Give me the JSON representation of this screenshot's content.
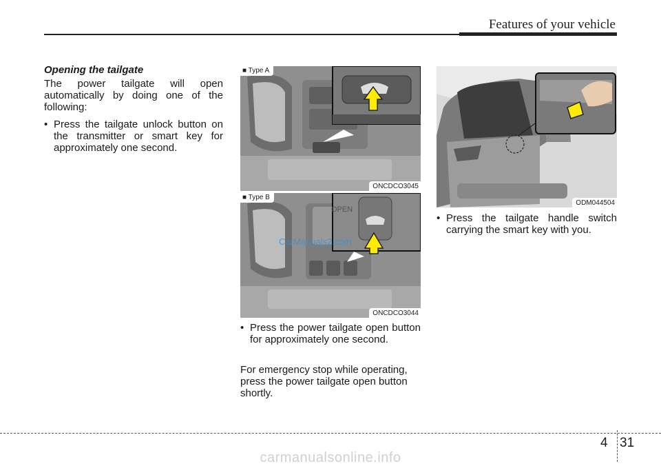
{
  "header": {
    "title": "Features of your vehicle"
  },
  "section": {
    "title": "Opening the tailgate",
    "intro": "The power tailgate will open automatically by doing one of the following:",
    "bullets": [
      "Press the tailgate unlock button on the transmitter or smart key for approximately one second.",
      "Press the power tailgate open button for approximately one second.",
      "Press the tailgate handle switch carrying the smart key with you."
    ],
    "emergency": "For emergency stop while operating, press the power tailgate open button shortly."
  },
  "figures": {
    "type_a": {
      "label": "■ Type A",
      "code": "ONCDCO3045"
    },
    "type_b": {
      "label": "■ Type B",
      "code": "ONCDCO3044",
      "button_text": "OPEN"
    },
    "rear": {
      "code": "ODM044504"
    }
  },
  "watermark": "CarManuals2.com",
  "footer": {
    "chapter": "4",
    "page": "31",
    "site": "carmanualsonline.info"
  }
}
